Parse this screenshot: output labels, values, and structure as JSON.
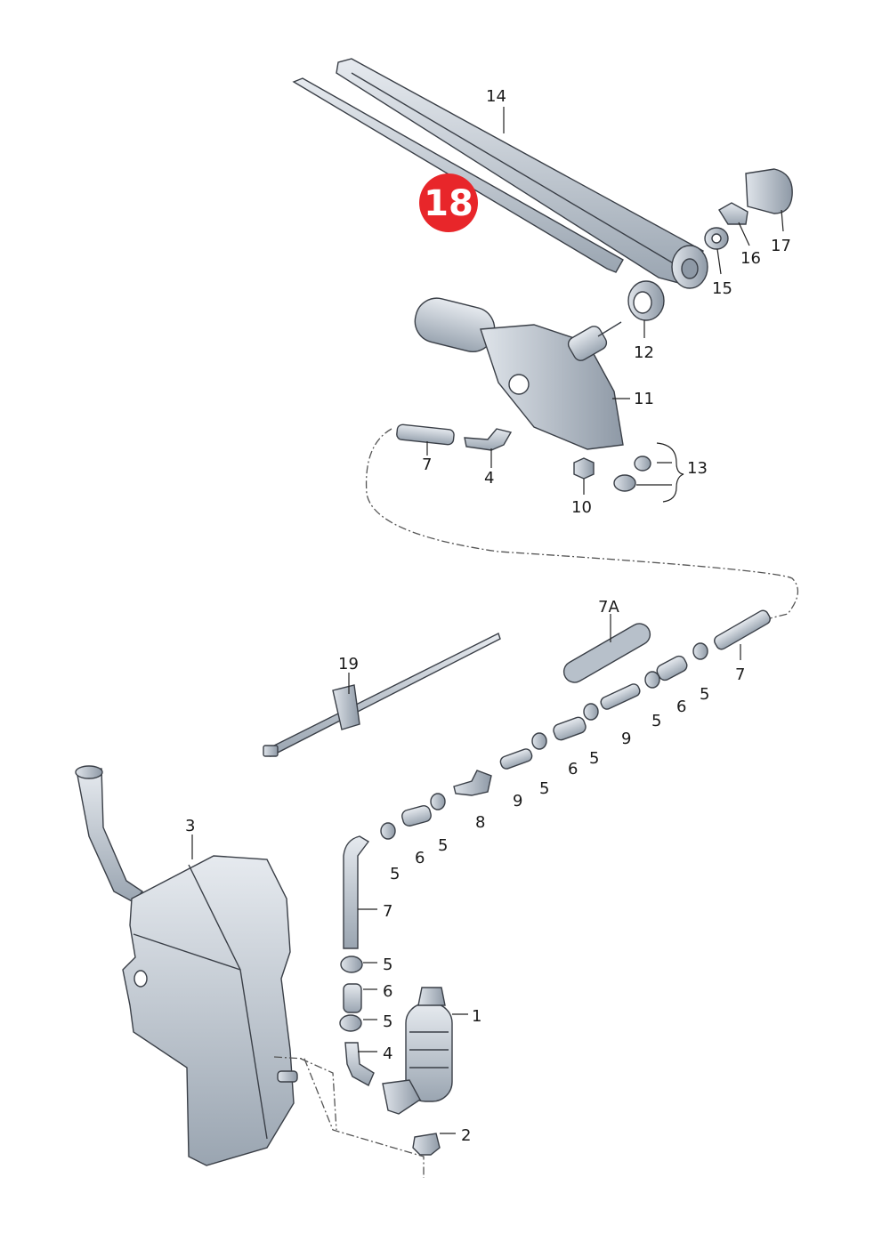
{
  "labels": {
    "p1": "1",
    "p2": "2",
    "p3": "3",
    "p4_top": "4",
    "p4_bottom": "4",
    "p5_a": "5",
    "p5_b": "5",
    "p5_c": "5",
    "p5_d": "5",
    "p5_e": "5",
    "p5_f": "5",
    "p5_g": "5",
    "p5_h": "5",
    "p6_a": "6",
    "p6_b": "6",
    "p6_c": "6",
    "p6_d": "6",
    "p7_top": "7",
    "p7_right": "7",
    "p7_mid": "7",
    "p7a": "7A",
    "p8": "8",
    "p9_a": "9",
    "p9_b": "9",
    "p10": "10",
    "p11": "11",
    "p12": "12",
    "p13": "13",
    "p14": "14",
    "p15": "15",
    "p16": "16",
    "p17": "17",
    "p19": "19"
  },
  "highlight": {
    "text": "18",
    "color": "#e8262a"
  },
  "colors": {
    "part_fill": "#c9d1da",
    "part_shade": "#9aa5b1",
    "part_dark": "#6b7683",
    "outline": "#3a3f47"
  }
}
